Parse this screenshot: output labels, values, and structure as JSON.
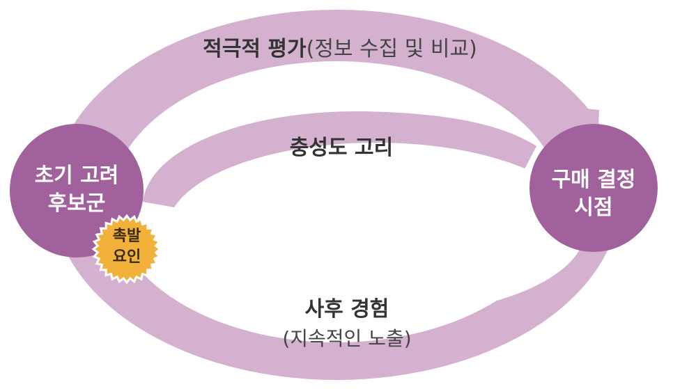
{
  "colors": {
    "ring": "#d3b1cf",
    "node": "#a0619c",
    "badge": "#f2b13a",
    "badge_stroke": "#ffffff",
    "text_dark": "#333333",
    "text_light": "#ffffff"
  },
  "top_arc": {
    "title": "적극적 평가",
    "subtitle": "(정보 수집 및 비교)"
  },
  "inner_loop": {
    "title": "충성도 고리"
  },
  "bottom_arc": {
    "title": "사후 경험",
    "subtitle": "(지속적인 노출)"
  },
  "left_node": {
    "line1": "초기 고려",
    "line2": "후보군"
  },
  "right_node": {
    "line1": "구매 결정",
    "line2": "시점"
  },
  "trigger_badge": {
    "line1": "촉발",
    "line2": "요인"
  }
}
